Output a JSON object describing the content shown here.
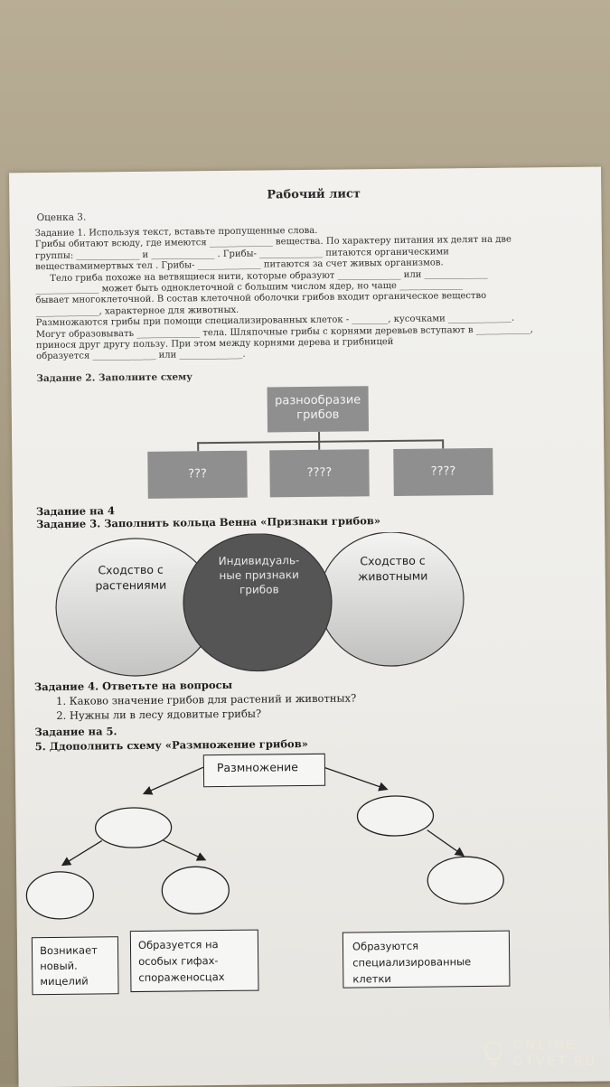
{
  "title": "Рабочий лист",
  "grade3": "Оценка 3.",
  "task1_lines": [
    "Задание 1. Используя текст, вставьте пропущенные слова.",
    "Грибы обитают всюду, где имеются ______________ вещества. По характеру питания их делят на две",
    "группы: ______________ и ______________ . Грибы- ______________ питаются органическими",
    "веществамимертвых тел . Грибы- ______________ питаются за счет живых организмов.",
    "Тело гриба похоже на ветвящиеся нити, которые образуют ______________ или ______________",
    "______________ может быть одноклеточной с большим числом ядер, но чаще ______________",
    "бывает многоклеточной. В состав клеточной оболочки грибов входит органическое вещество",
    "______________, характерное для животных.",
    "Размножаются грибы при помощи специализированных клеток - ________, кусочками ______________.",
    "Могут образовывать ______________ тела. Шляпочные грибы с корнями деревьев вступают в ____________,",
    "принося друг другу пользу. При этом между корнями дерева и грибницей",
    "образуется ______________ или ______________."
  ],
  "task2_label": "Задание 2. Заполните схему",
  "diversity_box": "разнообразие грибов",
  "placeholders": [
    "???",
    "????",
    "????"
  ],
  "grade4": "Задание на 4",
  "task3_label": "Задание 3. Заполнить кольца Венна «Признаки грибов»",
  "venn": {
    "left": "Сходство с растениями",
    "center": "Индивидуаль-ные признаки грибов",
    "right": "Сходство с животными"
  },
  "task4_label": "Задание 4. Ответьте на вопросы",
  "questions": [
    "1.   Каково значение грибов для растений и животных?",
    "2.   Нужны ли в лесу ядовитые грибы?"
  ],
  "grade5": "Задание на 5.",
  "task5_label": "5. Ддополнить схему «Размножение грибов»",
  "reproduction_box": "Размножение",
  "box_left": "Возникает новый. мицелий",
  "box_mid": "Образуется на особых гифах-спораженосцах",
  "box_right": "Образуются специализированные клетки",
  "watermark_line1": "ONLINE",
  "watermark_line2": "OTVET.RU",
  "colors": {
    "box_gray": "#8f8f8f",
    "venn_center": "#555555",
    "paper": "#efeeea"
  }
}
